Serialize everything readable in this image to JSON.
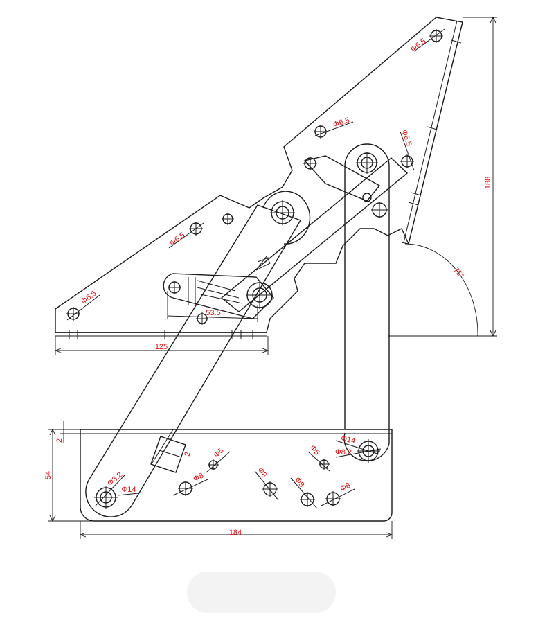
{
  "dimensions": {
    "height_total": "188",
    "base_width": "125",
    "spring_span": "53.5",
    "bottom_width": "184",
    "bottom_height": "54",
    "plate_thickness": "2",
    "block_thickness": "2",
    "angle": "75°"
  },
  "holes": {
    "top_right": "Φ6.5",
    "upper_middle": "Φ6.5",
    "right_vertical": "Φ6.5",
    "left_middle": "Φ6.5",
    "left_bottom": "Φ6.5",
    "bottom_left_inner": "Φ8.2",
    "bottom_left_outer": "Φ14",
    "bottom_right_outer": "Φ14",
    "bottom_right_inner": "Φ8.2",
    "bottom_small_a": "Φ5",
    "bottom_small_b": "Φ5",
    "bottom_8_a": "Φ8",
    "bottom_8_b": "Φ8",
    "bottom_8_c": "Φ8",
    "bottom_8_d": "Φ8"
  }
}
